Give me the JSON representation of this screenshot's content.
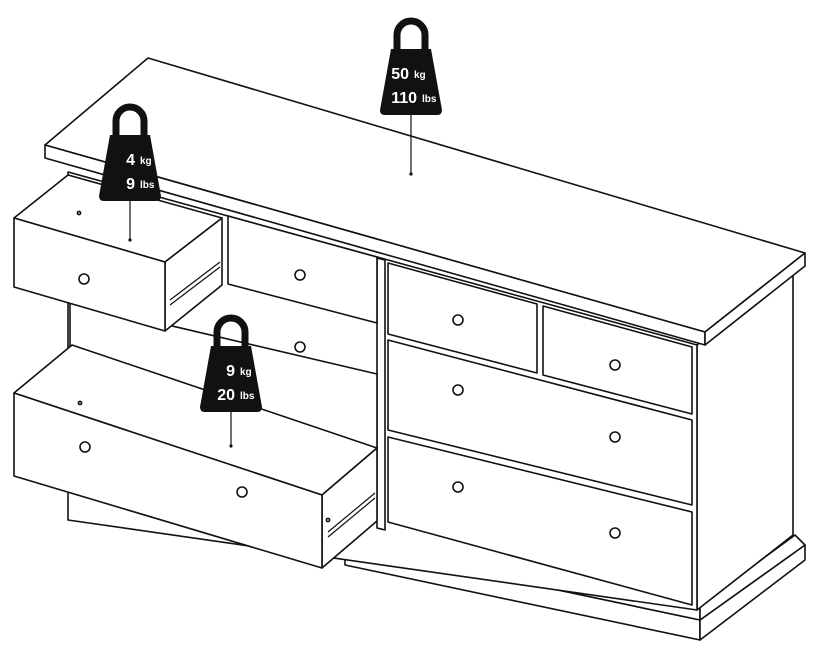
{
  "weights": [
    {
      "id": "top",
      "metric": "50",
      "metric_unit": "kg",
      "imperial": "110",
      "imperial_unit": "lbs"
    },
    {
      "id": "small",
      "metric": "4",
      "metric_unit": "kg",
      "imperial": "9",
      "imperial_unit": "lbs"
    },
    {
      "id": "large",
      "metric": "9",
      "metric_unit": "kg",
      "imperial": "20",
      "imperial_unit": "lbs"
    }
  ],
  "colors": {
    "ink": "#111111",
    "paper": "#ffffff"
  },
  "icons": [
    "weight-icon"
  ]
}
